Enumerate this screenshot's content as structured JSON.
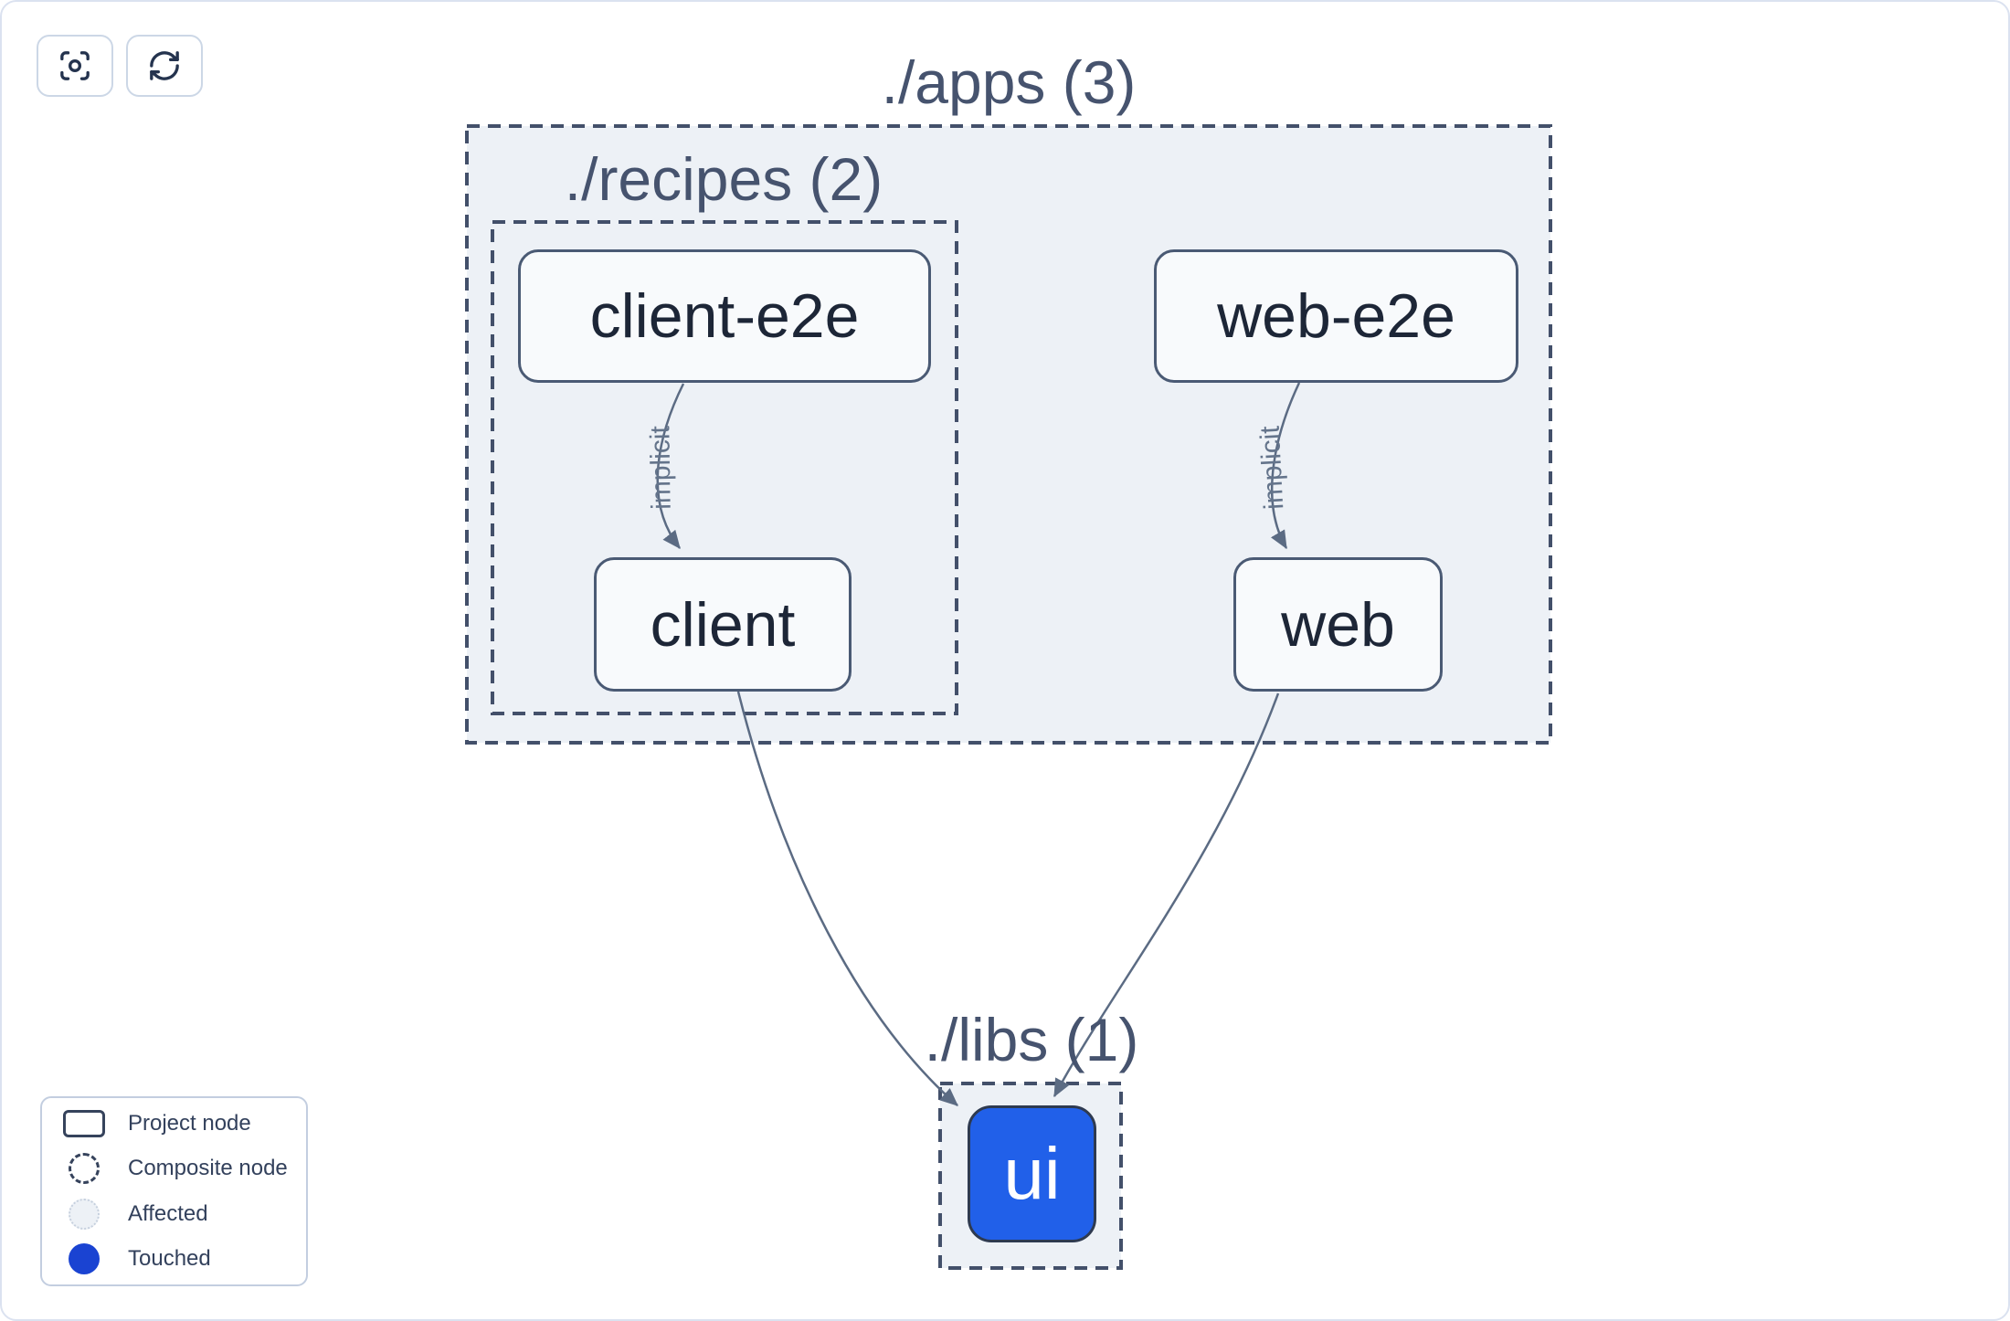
{
  "toolbar": {
    "buttons": [
      {
        "icon": "focus-icon",
        "action": "center-graph"
      },
      {
        "icon": "refresh-icon",
        "action": "reload-graph"
      }
    ]
  },
  "graph": {
    "containers": [
      {
        "id": "apps",
        "label": "./apps (3)",
        "count": 3
      },
      {
        "id": "recipes",
        "label": "./recipes (2)",
        "count": 2
      },
      {
        "id": "libs",
        "label": "./libs (1)",
        "count": 1
      }
    ],
    "nodes": [
      {
        "id": "client-e2e",
        "label": "client-e2e",
        "style": "project"
      },
      {
        "id": "web-e2e",
        "label": "web-e2e",
        "style": "project"
      },
      {
        "id": "client",
        "label": "client",
        "style": "project"
      },
      {
        "id": "web",
        "label": "web",
        "style": "project"
      },
      {
        "id": "ui",
        "label": "ui",
        "style": "touched"
      }
    ],
    "edges": [
      {
        "source": "client-e2e",
        "target": "client",
        "label": "implicit"
      },
      {
        "source": "web-e2e",
        "target": "web",
        "label": "implicit"
      },
      {
        "source": "client",
        "target": "ui",
        "label": ""
      },
      {
        "source": "web",
        "target": "ui",
        "label": ""
      }
    ]
  },
  "legend": {
    "items": [
      {
        "swatch": "project-node-swatch",
        "label": "Project node"
      },
      {
        "swatch": "composite-node-swatch",
        "label": "Composite node"
      },
      {
        "swatch": "affected-swatch",
        "label": "Affected"
      },
      {
        "swatch": "touched-swatch",
        "label": "Touched"
      }
    ]
  },
  "colors": {
    "container_fill": "#edf1f6",
    "container_border": "#43506a",
    "node_fill": "#f8fafc",
    "node_border": "#4a5a74",
    "touched_node_fill": "#2160e9",
    "legend_touched_fill": "#1a43d2",
    "edge": "#5b6b83",
    "edge_label": "#64748b",
    "container_label": "#46536e"
  }
}
